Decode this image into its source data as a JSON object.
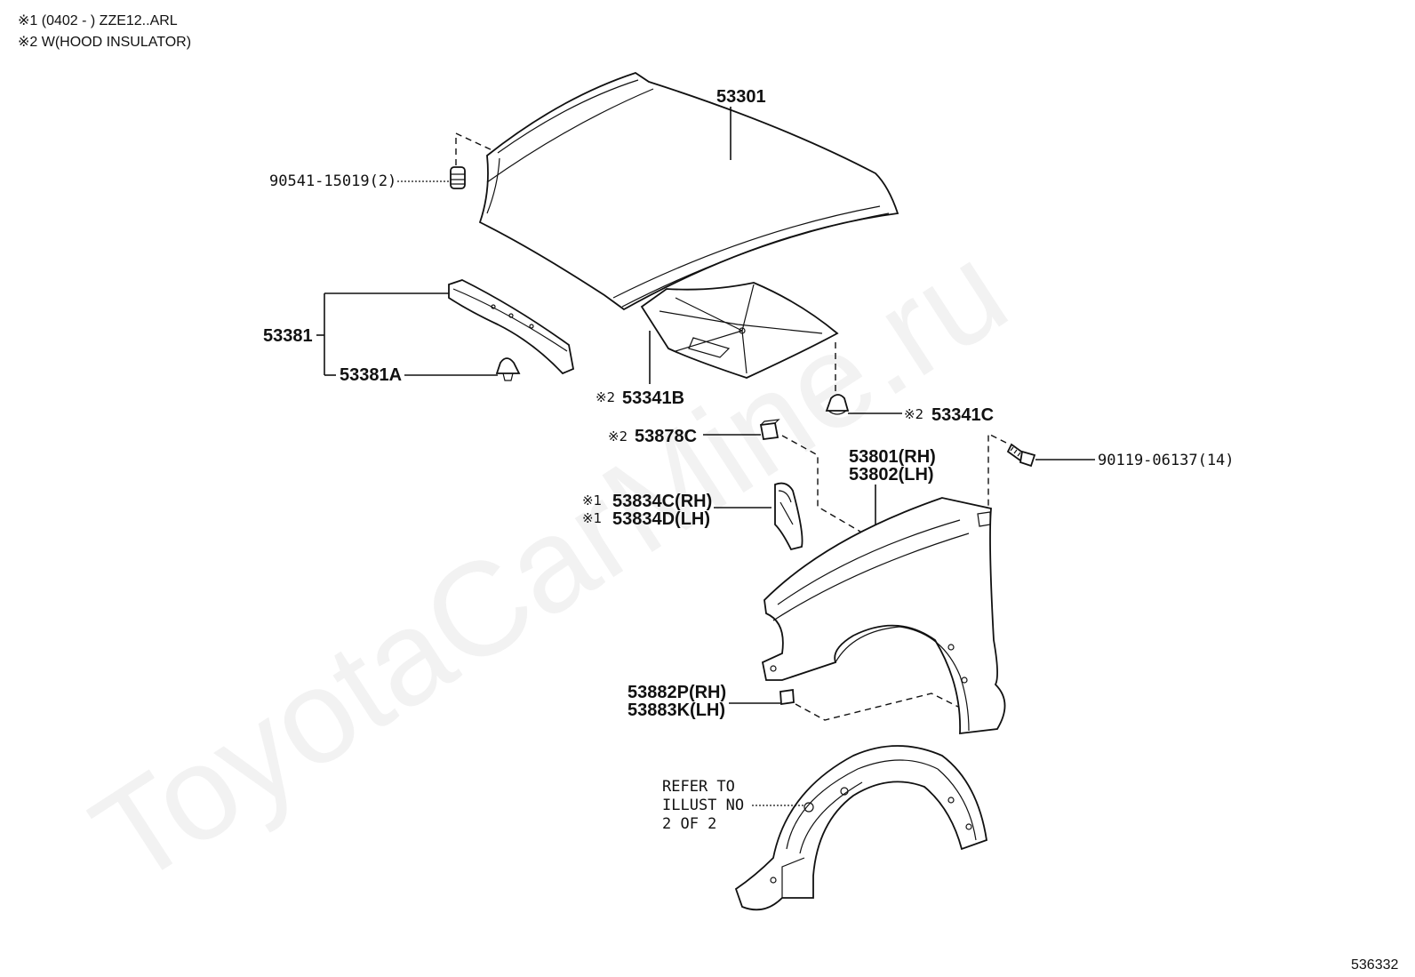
{
  "notes": {
    "note1": "※1 (0402 -      ) ZZE12..ARL",
    "note2": "※2 W(HOOD INSULATOR)"
  },
  "labels": {
    "hood": "53301",
    "hood_bumper": "90541-15019(2)",
    "seal_group": "53381",
    "seal_clip": "53381A",
    "insulator_mark": "※2",
    "insulator": "53341B",
    "insulator_clip_mark": "※2",
    "insulator_clip": "53341C",
    "cushion_mark": "※2",
    "cushion": "53878C",
    "fender_rh": "53801(RH)",
    "fender_lh": "53802(LH)",
    "bolt": "90119-06137(14)",
    "seal_rh_mark": "※1",
    "seal_rh": "53834C(RH)",
    "seal_lh_mark": "※1",
    "seal_lh": "53834D(LH)",
    "bracket_rh": "53882P(RH)",
    "bracket_lh": "53883K(LH)",
    "refer_line1": "REFER TO",
    "refer_line2": "ILLUST NO",
    "refer_line3": "2 OF 2"
  },
  "watermark": "ToyotaCarMine.ru",
  "diagram_id": "536332"
}
